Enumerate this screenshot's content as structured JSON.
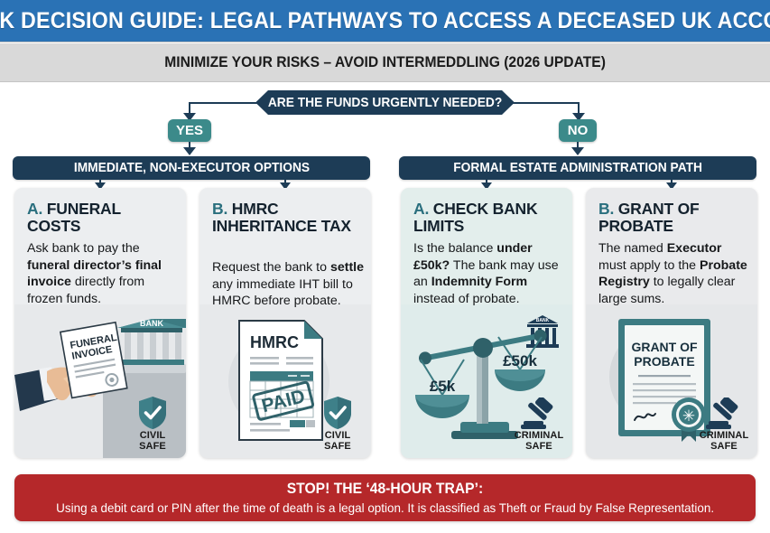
{
  "header": {
    "title": "QUICK DECISION GUIDE: LEGAL PATHWAYS TO ACCESS A DECEASED UK ACCOUNT",
    "subtitle": "MINIMIZE YOUR RISKS – AVOID INTERMEDDLING (2026 UPDATE)"
  },
  "decision": {
    "question": "ARE THE FUNDS URGENTLY NEEDED?",
    "yes_label": "YES",
    "no_label": "NO"
  },
  "paths": {
    "left_title": "IMMEDIATE, NON-EXECUTOR OPTIONS",
    "right_title": "FORMAL ESTATE ADMINISTRATION PATH"
  },
  "cards": [
    {
      "prefix": "A.",
      "title": "FUNERAL COSTS",
      "body_html": "Ask bank to pay the <b>funeral director’s final invoice</b> directly from frozen funds.",
      "badge_label_line1": "CIVIL",
      "badge_label_line2": "SAFE",
      "badge_icon": "shield-check-icon",
      "art_name": "hand-funeral-invoice-bank-illustration",
      "art_texts": {
        "doc_line1": "FUNERAL",
        "doc_line2": "INVOICE",
        "building": "BANK"
      }
    },
    {
      "prefix": "B.",
      "title": "HMRC INHERITANCE TAX",
      "body_html": "Request the bank to <b>settle</b> any immediate IHT bill to HMRC before probate.",
      "badge_label_line1": "CIVIL",
      "badge_label_line2": "SAFE",
      "badge_icon": "shield-check-icon",
      "art_name": "hmrc-paid-document-illustration",
      "art_texts": {
        "doc_title": "HMRC",
        "stamp": "PAID"
      }
    },
    {
      "prefix": "A.",
      "title": "CHECK BANK LIMITS",
      "body_html": "Is the balance <b>under £50k?</b> The bank may use an <b>Indemnity Form</b> instead of probate.",
      "badge_label_line1": "CRIMINAL",
      "badge_label_line2": "SAFE",
      "badge_icon": "gavel-icon",
      "art_name": "balance-scales-illustration",
      "art_texts": {
        "left_pan": "£5k",
        "right_pan": "£50k",
        "bank_icon": "BANK"
      }
    },
    {
      "prefix": "B.",
      "title": "GRANT OF PROBATE",
      "body_html": "The named <b>Executor</b> must apply to the <b>Probate Registry</b> to legally clear large sums.",
      "badge_label_line1": "CRIMINAL",
      "badge_label_line2": "SAFE",
      "badge_icon": "gavel-icon",
      "art_name": "grant-of-probate-certificate-illustration",
      "art_texts": {
        "cert_line1": "GRANT OF",
        "cert_line2": "PROBATE"
      }
    }
  ],
  "warning": {
    "title": "STOP! THE ‘48-HOUR TRAP’:",
    "body": "Using a debit card or PIN after the time of death is a legal option. It is classified as Theft or Fraud by False Representation."
  },
  "colors": {
    "header_blue": "#2a72b5",
    "subbar_gray": "#d9d9d9",
    "navy": "#1d3c56",
    "teal": "#3c8a8a",
    "warning_red": "#b5282a",
    "card_gray": "#eceef0",
    "card_mint": "#e3eeec"
  }
}
